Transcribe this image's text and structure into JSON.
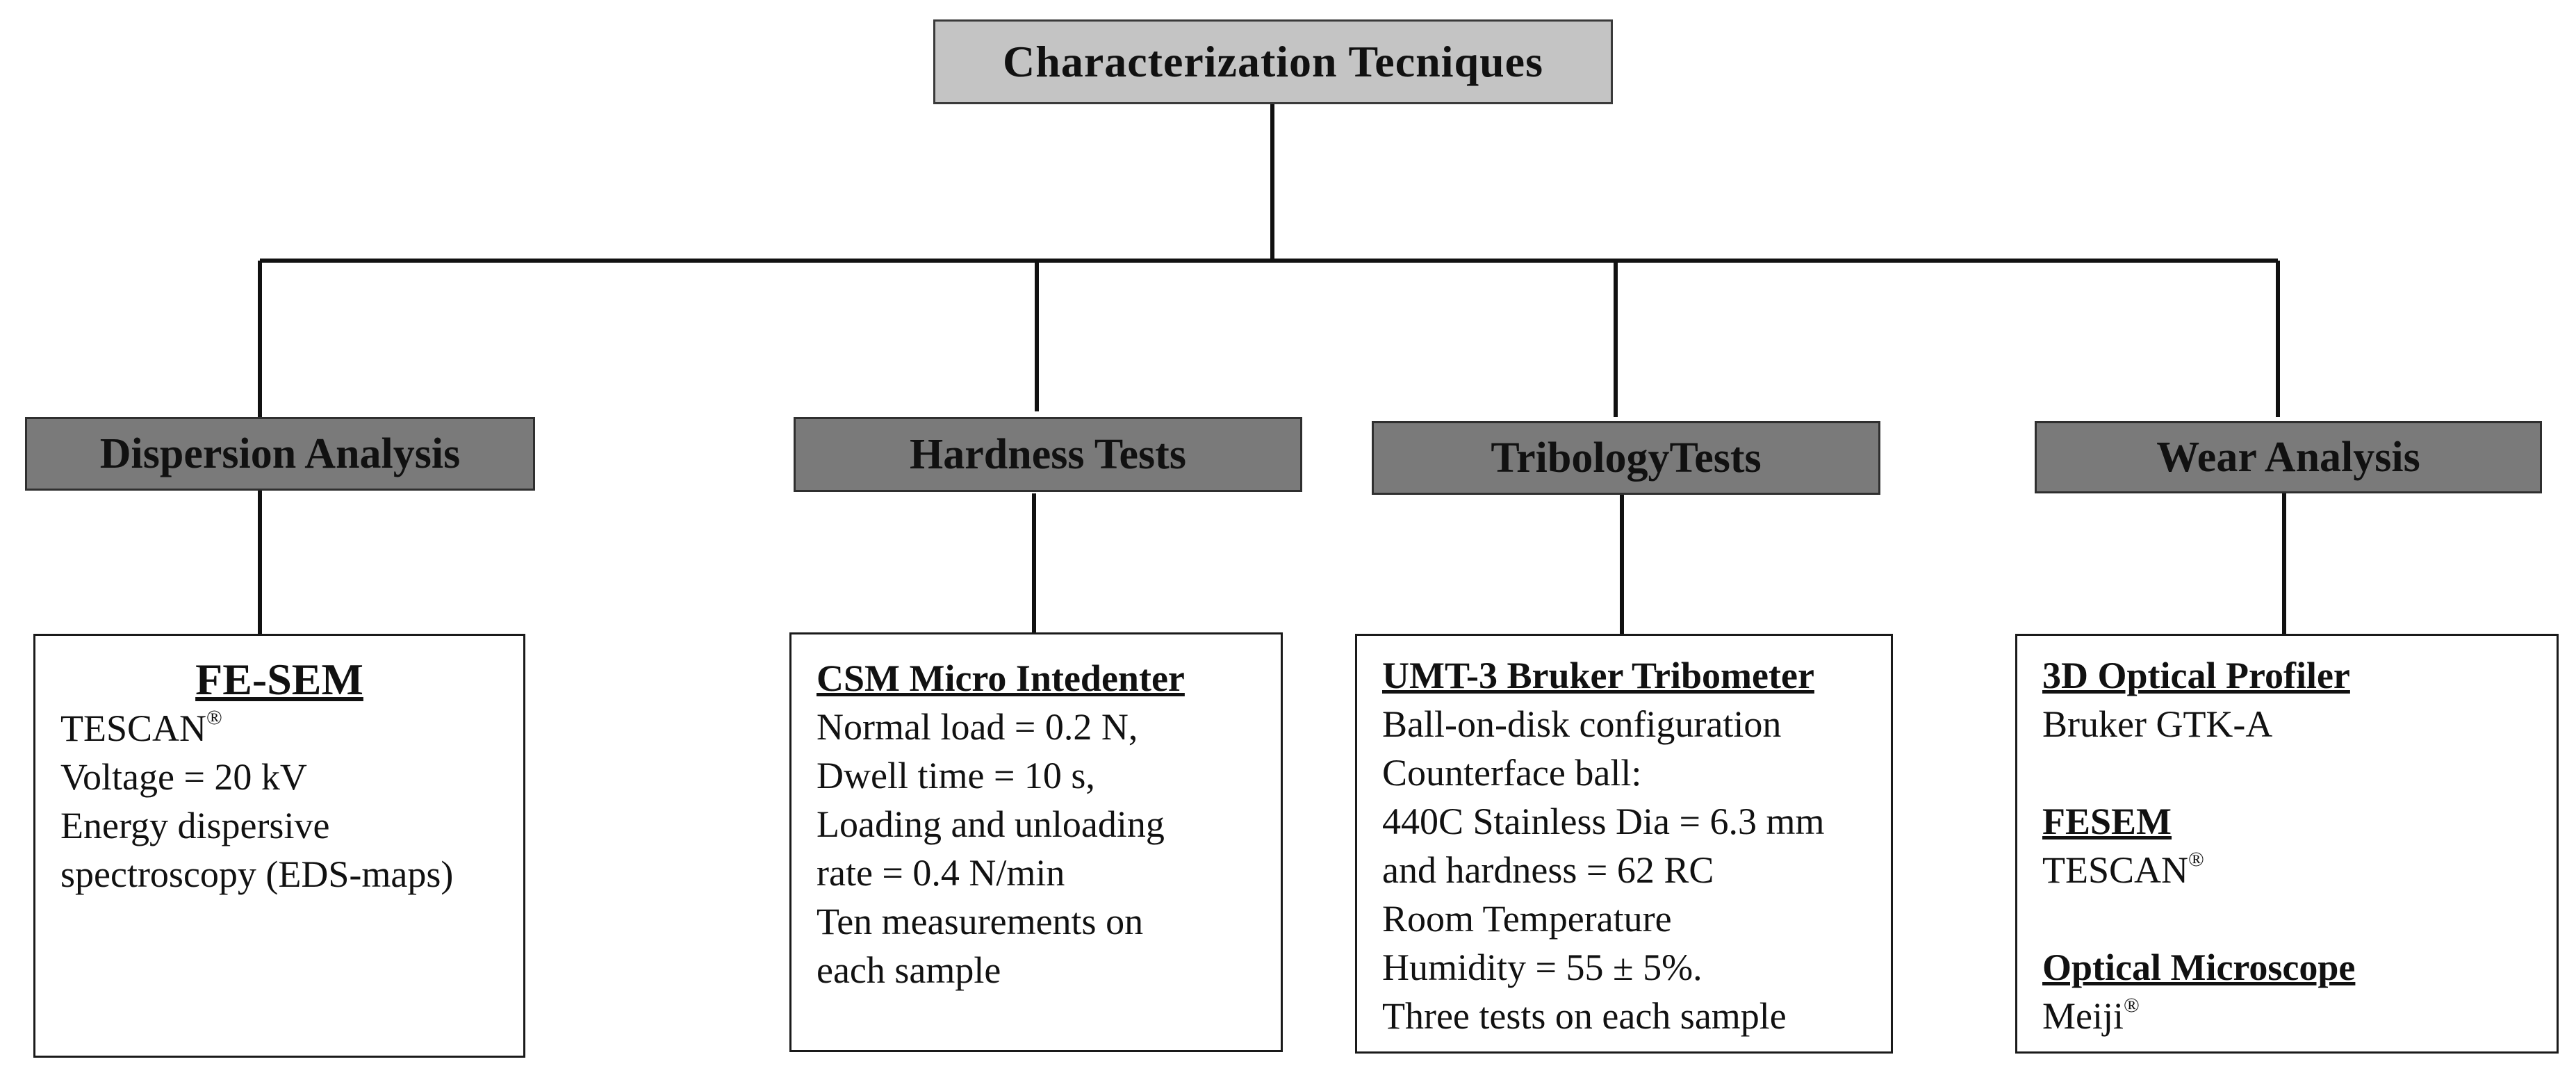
{
  "root": {
    "title": "Characterization Tecniques"
  },
  "categories": {
    "dispersion": "Dispersion  Analysis",
    "hardness": "Hardness Tests",
    "tribology": "TribologyTests",
    "wear": "Wear  Analysis"
  },
  "dispersion_detail": {
    "heading": "FE-SEM",
    "brand": "TESCAN",
    "brand_mark": "®",
    "lines": [
      "Voltage = 20 kV",
      "Energy dispersive",
      "spectroscopy (EDS-maps)"
    ]
  },
  "hardness_detail": {
    "heading": "CSM Micro Intedenter",
    "lines": [
      "Normal load = 0.2 N,",
      "Dwell time = 10 s,",
      "Loading and unloading",
      "rate = 0.4 N/min",
      "Ten measurements  on",
      "each sample"
    ]
  },
  "tribology_detail": {
    "heading": "UMT-3 Bruker Tribometer",
    "lines": [
      "Ball-on-disk configuration",
      "Counterface ball:",
      "440C Stainless Dia = 6.3 mm",
      "and hardness = 62 RC",
      "Room Temperature",
      "Humidity  = 55 ± 5%.",
      "Three tests on each sample"
    ]
  },
  "wear_detail": {
    "profiler_heading": "3D Optical Profiler",
    "profiler_value": "Bruker GTK-A",
    "fesem_heading": "FESEM",
    "fesem_brand": "TESCAN",
    "fesem_mark": "®",
    "microscope_heading": "Optical Microscope",
    "microscope_brand": "Meiji",
    "microscope_mark": "®"
  }
}
